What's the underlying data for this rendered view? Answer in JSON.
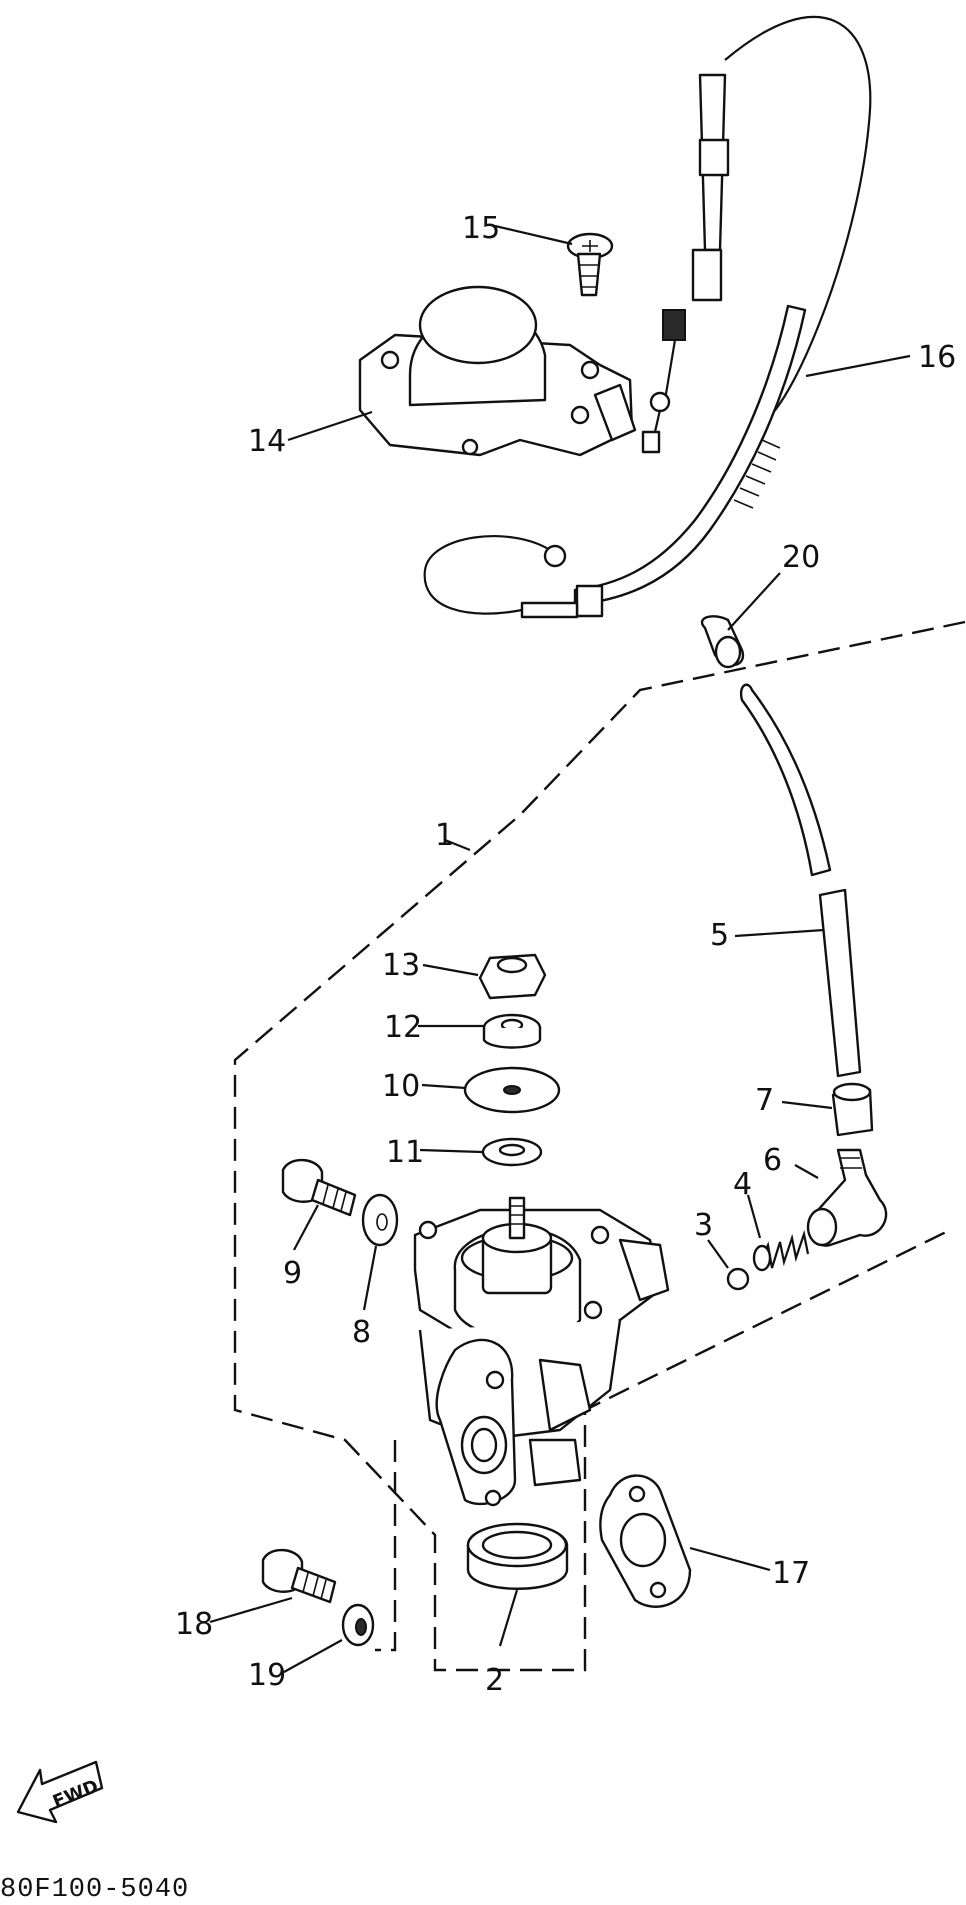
{
  "callouts": {
    "c1": "1",
    "c2": "2",
    "c3": "3",
    "c4": "4",
    "c5": "5",
    "c6": "6",
    "c7": "7",
    "c8": "8",
    "c9": "9",
    "c10": "10",
    "c11": "11",
    "c12": "12",
    "c13": "13",
    "c14": "14",
    "c15": "15",
    "c16": "16",
    "c17": "17",
    "c18": "18",
    "c19": "19",
    "c20": "20"
  },
  "fwd_label": "FWD",
  "part_number": "80F100-5040"
}
